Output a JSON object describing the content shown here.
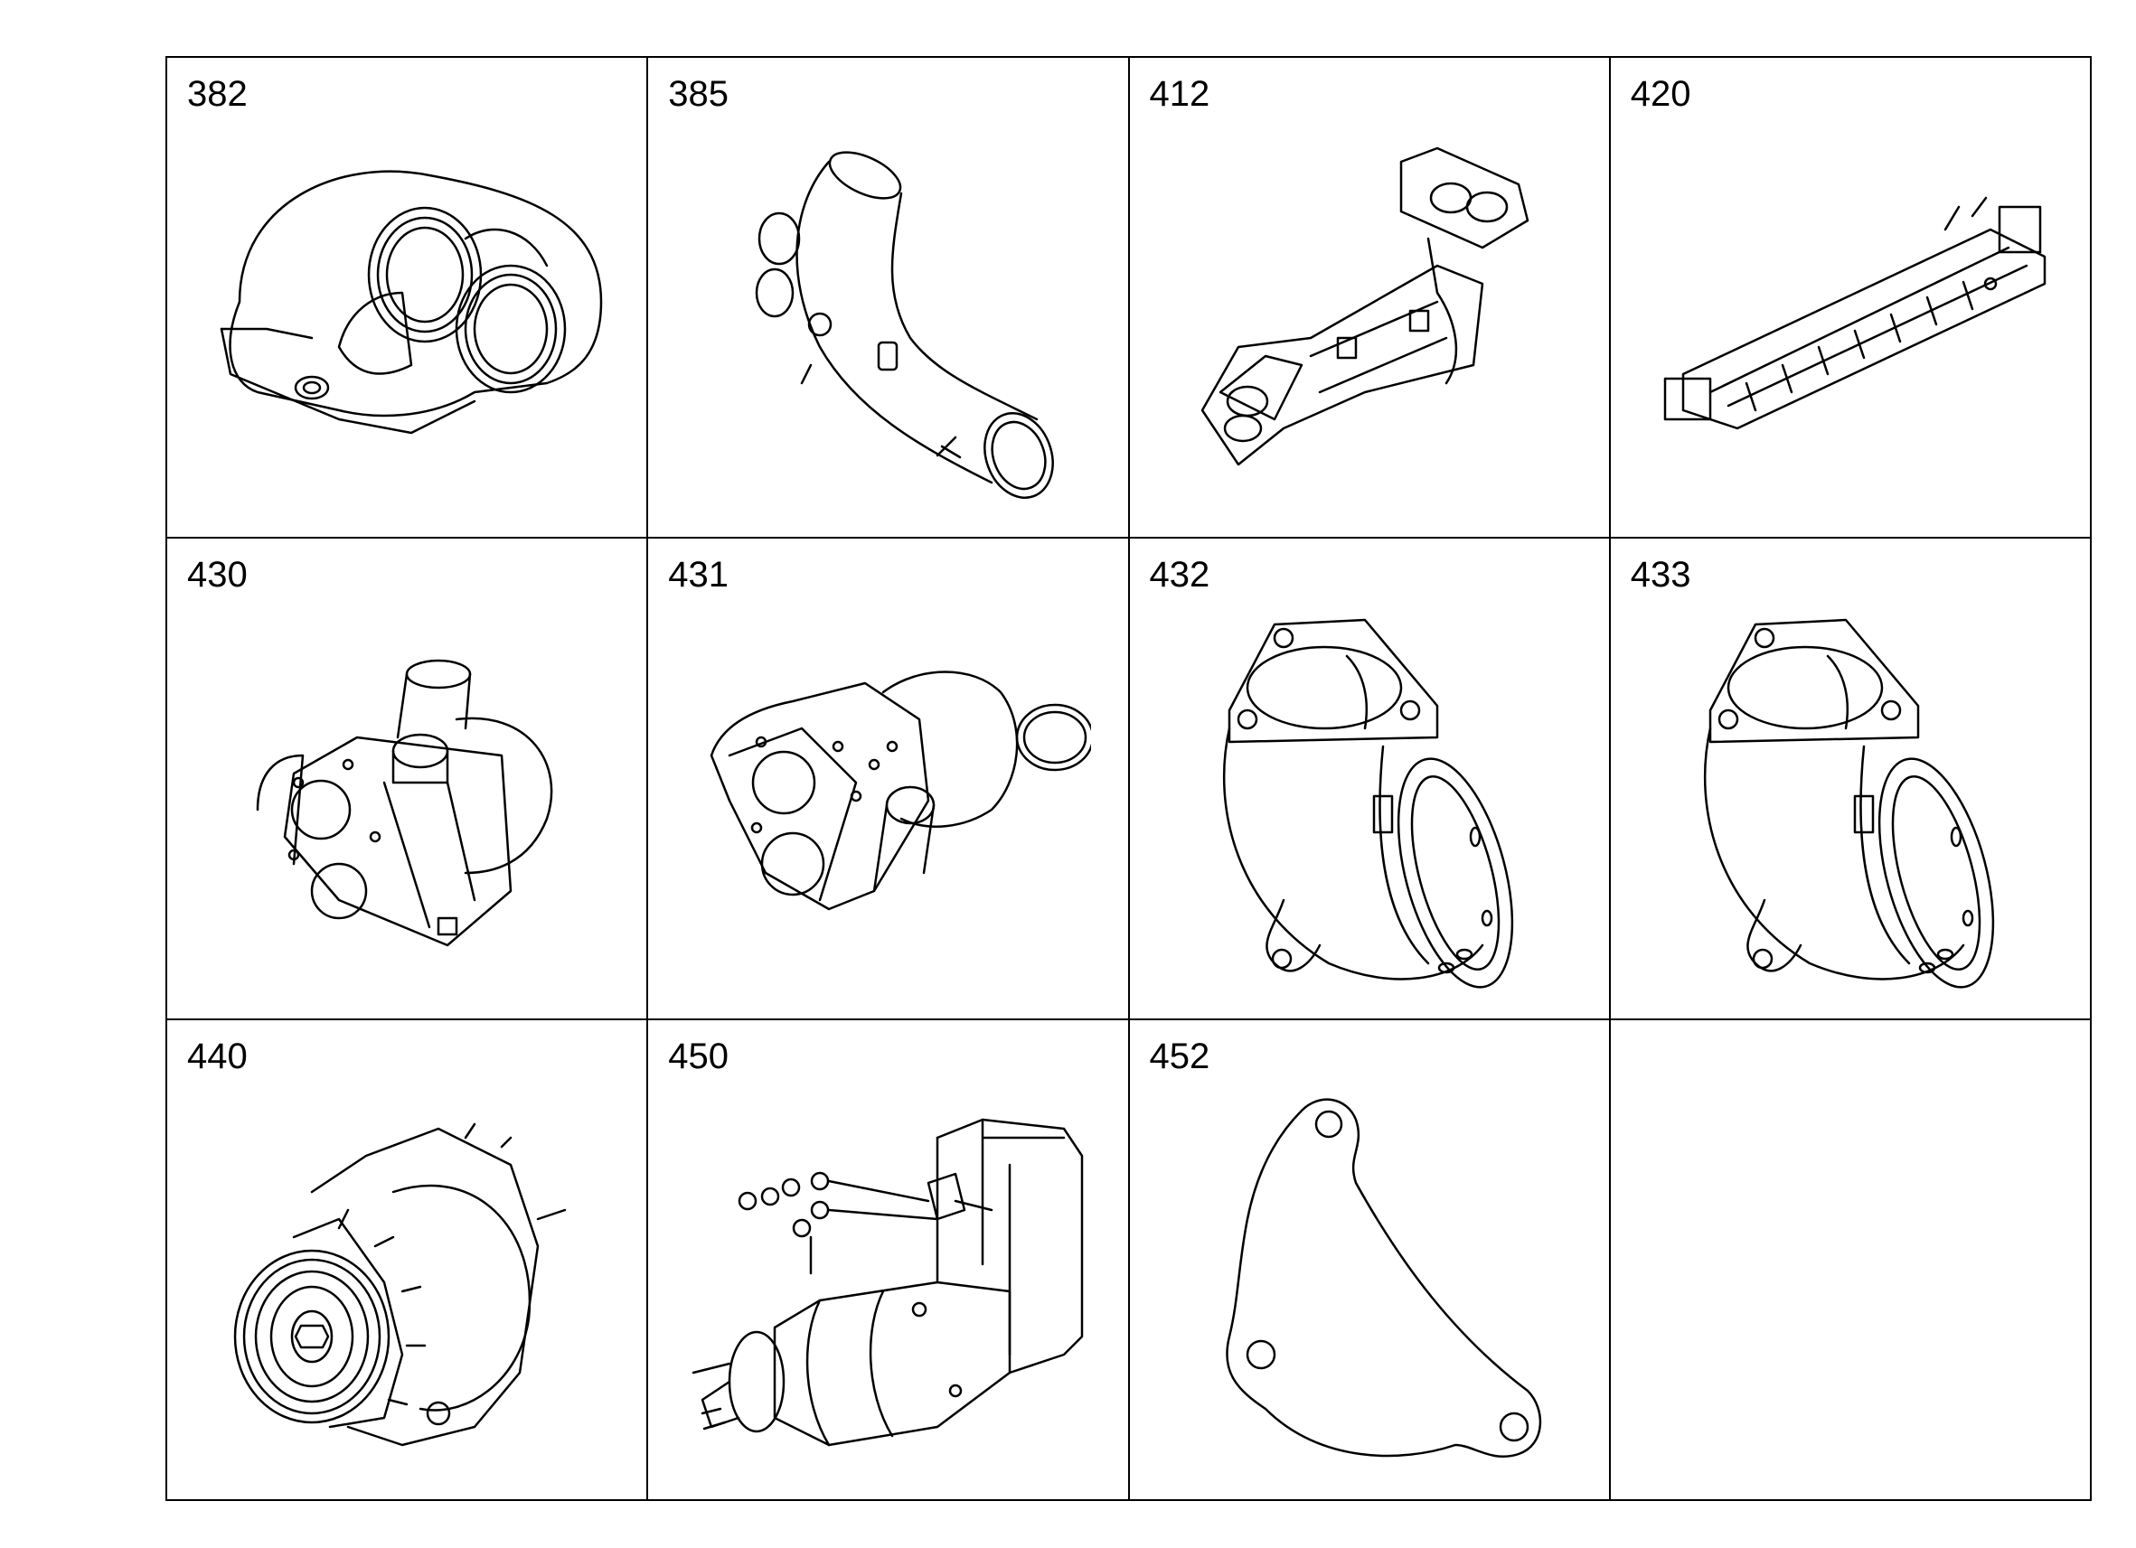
{
  "parts": [
    {
      "number": "382",
      "icon": "elbow-pipe-icon"
    },
    {
      "number": "385",
      "icon": "intake-pipe-icon"
    },
    {
      "number": "412",
      "icon": "exhaust-manifold-icon"
    },
    {
      "number": "420",
      "icon": "egr-cooler-icon"
    },
    {
      "number": "430",
      "icon": "turbocharger-icon"
    },
    {
      "number": "431",
      "icon": "turbocharger-icon"
    },
    {
      "number": "432",
      "icon": "turbine-outlet-elbow-icon"
    },
    {
      "number": "433",
      "icon": "turbine-outlet-elbow-icon"
    },
    {
      "number": "440",
      "icon": "alternator-icon"
    },
    {
      "number": "450",
      "icon": "starter-motor-icon"
    },
    {
      "number": "452",
      "icon": "gasket-icon"
    }
  ]
}
